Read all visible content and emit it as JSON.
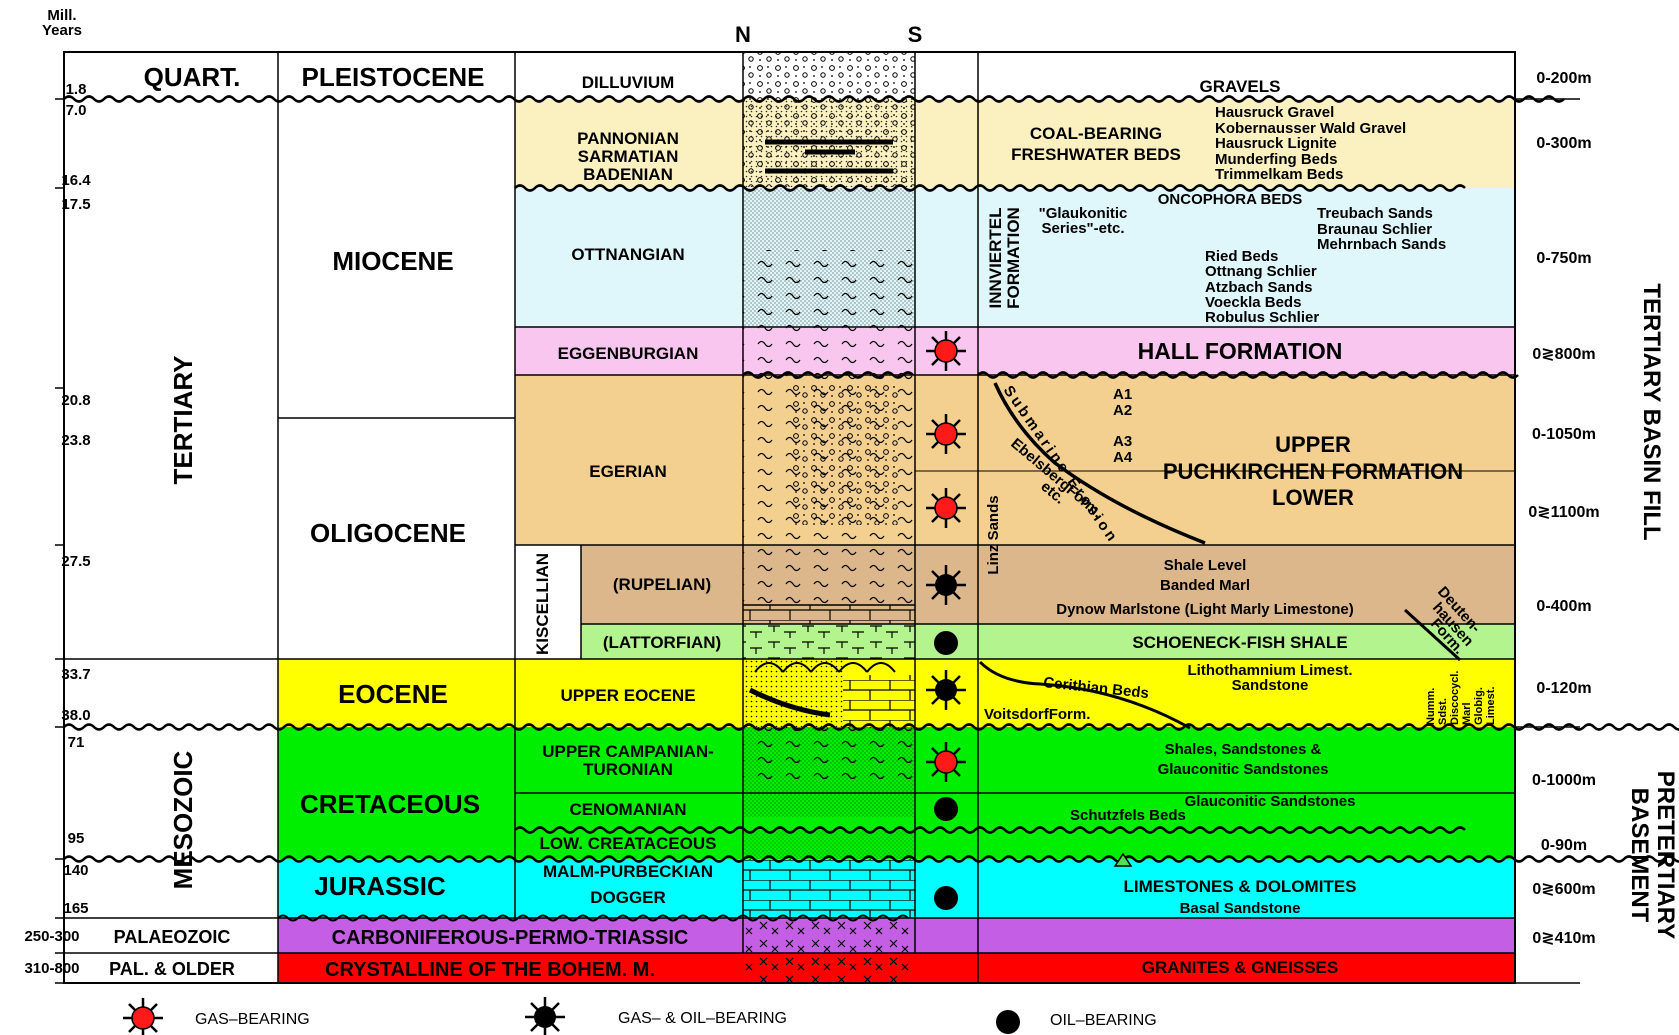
{
  "axis_label_top": "Mill.",
  "axis_label_bottom": "Years",
  "compass": {
    "north": "N",
    "south": "S"
  },
  "ages": [
    "1.8",
    "7.0",
    "16.4",
    "17.5",
    "20.8",
    "23.8",
    "27.5",
    "33.7",
    "38.0",
    "71",
    "95",
    "140",
    "165",
    "250-300",
    "310-800"
  ],
  "eras": {
    "quart": "QUART.",
    "tertiary": "TERTIARY",
    "mesozoic": "MESOZOIC",
    "palaeozoic": "PALAEOZOIC",
    "pal_older": "PAL. & OLDER"
  },
  "epochs": {
    "pleistocene": "PLEISTOCENE",
    "miocene": "MIOCENE",
    "oligocene": "OLIGOCENE",
    "eocene": "EOCENE",
    "cretaceous": "CRETACEOUS",
    "jurassic": "JURASSIC",
    "carb": "CARBONIFEROUS-PERMO-TRIASSIC",
    "crystalline": "CRYSTALLINE OF THE BOHEM. M."
  },
  "stages": {
    "dilluvium": "DILLUVIUM",
    "pannonian": "PANNONIAN",
    "sarmatian": "SARMATIAN",
    "badenian": "BADENIAN",
    "ottnangian": "OTTNANGIAN",
    "eggenburgian": "EGGENBURGIAN",
    "egerian": "EGERIAN",
    "kiscellian": "KISCELLIAN",
    "rupelian": "(RUPELIAN)",
    "lattorfian": "(LATTORFIAN)",
    "upper_eocene": "UPPER EOCENE",
    "campanian1": "UPPER CAMPANIAN-",
    "campanian2": "TURONIAN",
    "cenomanian": "CENOMANIAN",
    "low_cret": "LOW. CREATACEOUS",
    "malm": "MALM-PURBECKIAN",
    "dogger": "DOGGER"
  },
  "formations": {
    "gravels": "GRAVELS",
    "coal1": "COAL-BEARING",
    "coal2": "FRESHWATER BEDS",
    "hausruck_gravel": "Hausruck Gravel",
    "kobernausser": "Kobernausser Wald Gravel",
    "hausruck_lignite": "Hausruck Lignite",
    "munderfing": "Munderfing Beds",
    "trimmelkam": "Trimmelkam Beds",
    "innviertel1": "INNVIERTEL",
    "innviertel2": "FORMATION",
    "oncophora": "ONCOPHORA BEDS",
    "glauk1": "\"Glaukonitic",
    "glauk2": "Series\"-etc.",
    "treubach": "Treubach Sands",
    "braunau": "Braunau Schlier",
    "mehrnbach": "Mehrnbach Sands",
    "ried": "Ried Beds",
    "ottnang": "Ottnang Schlier",
    "atzbach": "Atzbach Sands",
    "voeckla": "Voeckla Beds",
    "robulus": "Robulus Schlier",
    "hall": "HALL FORMATION",
    "a1": "A1",
    "a2": "A2",
    "a3": "A3",
    "a4": "A4",
    "upper": "UPPER",
    "puchkirchen": "PUCHKIRCHEN FORMATION",
    "lower": "LOWER",
    "submarine": "Submarine Erosion",
    "ebelsberg": "EbelsbergForm.",
    "etc": "etc.",
    "linz": "Linz Sands",
    "shale_level": "Shale Level",
    "banded": "Banded Marl",
    "dynow": "Dynow Marlstone (Light Marly Limestone)",
    "deuten1": "Deuten-",
    "deuten2": "hausen",
    "deuten3": "Form.",
    "schoeneck": "SCHOENECK-FISH SHALE",
    "litho1": "Lithothamnium Limest.",
    "litho2": "Sandstone",
    "cerithian": "Cerithian Beds",
    "voitsdorf": "VoitsdorfForm.",
    "numm1": "Numm.",
    "numm2": "Sdst.",
    "numm3": "Discocycl.",
    "numm4": "Marl",
    "numm5": "Globig.",
    "numm6": "Limest.",
    "shales1": "Shales, Sandstones &",
    "shales2": "Glauconitic Sandstones",
    "glauconitic": "Glauconitic Sandstones",
    "schutzfels": "Schutzfels Beds",
    "limestones": "LIMESTONES & DOLOMITES",
    "basal": "Basal Sandstone",
    "granites": "GRANITES & GNEISSES"
  },
  "thickness": [
    "0-200m",
    "0-300m",
    "0-750m",
    "0≷800m",
    "0-1050m",
    "0≷1100m",
    "0-400m",
    "0-120m",
    "0-1000m",
    "0-90m",
    "0≷600m",
    "0≷410m"
  ],
  "side_labels": {
    "tertiary_basin_fill": "TERTIARY BASIN FILL",
    "pretertiary1": "PRETERTIARY",
    "pretertiary2": "BASEMENT"
  },
  "legend": {
    "gas": "GAS–BEARING",
    "gas_oil": "GAS– & OIL–BEARING",
    "oil": "OIL–BEARING"
  },
  "colors": {
    "yellow_pale": "#fbf1c0",
    "cyan_pale": "#dff6fb",
    "pink": "#f9c6ef",
    "tan": "#f3d08f",
    "brown": "#dcb78b",
    "lightgreen": "#b4f48f",
    "yellow": "#ffff00",
    "green": "#00ee00",
    "cyan": "#00ffff",
    "purple": "#c35ee5",
    "red": "#ff0000",
    "gas_red": "#ff1a1a"
  }
}
